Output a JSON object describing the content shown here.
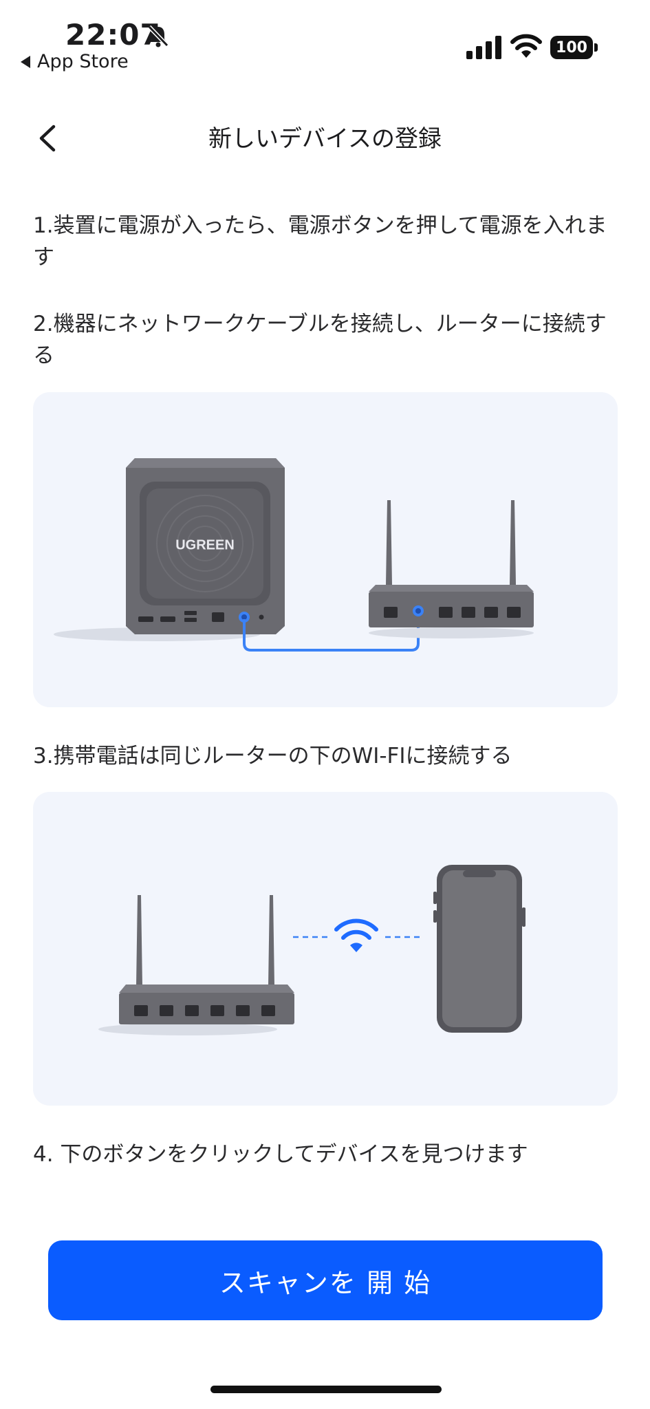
{
  "status_bar": {
    "time": "22:07",
    "back_app": "App Store",
    "battery": "100"
  },
  "nav": {
    "title": "新しいデバイスの登録"
  },
  "steps": [
    "1.装置に電源が入ったら、電源ボタンを押して電源を入れます",
    "2.機器にネットワークケーブルを接続し、ルーターに接続する",
    "3.携帯電話は同じルーターの下のWI-FIに接続する",
    "4. 下のボタンをクリックしてデバイスを見つけます"
  ],
  "illustration1": {
    "device_brand": "UGREEN"
  },
  "button": {
    "scan_label": "スキャンを 開 始"
  },
  "colors": {
    "accent": "#0a5cff",
    "card_bg": "#f2f5fc",
    "device_gray": "#6b6b70",
    "cable_blue": "#3b82f6"
  },
  "icons": [
    "bell-slash-icon",
    "signal-icon",
    "wifi-icon",
    "battery-icon",
    "back-chevron-icon"
  ]
}
